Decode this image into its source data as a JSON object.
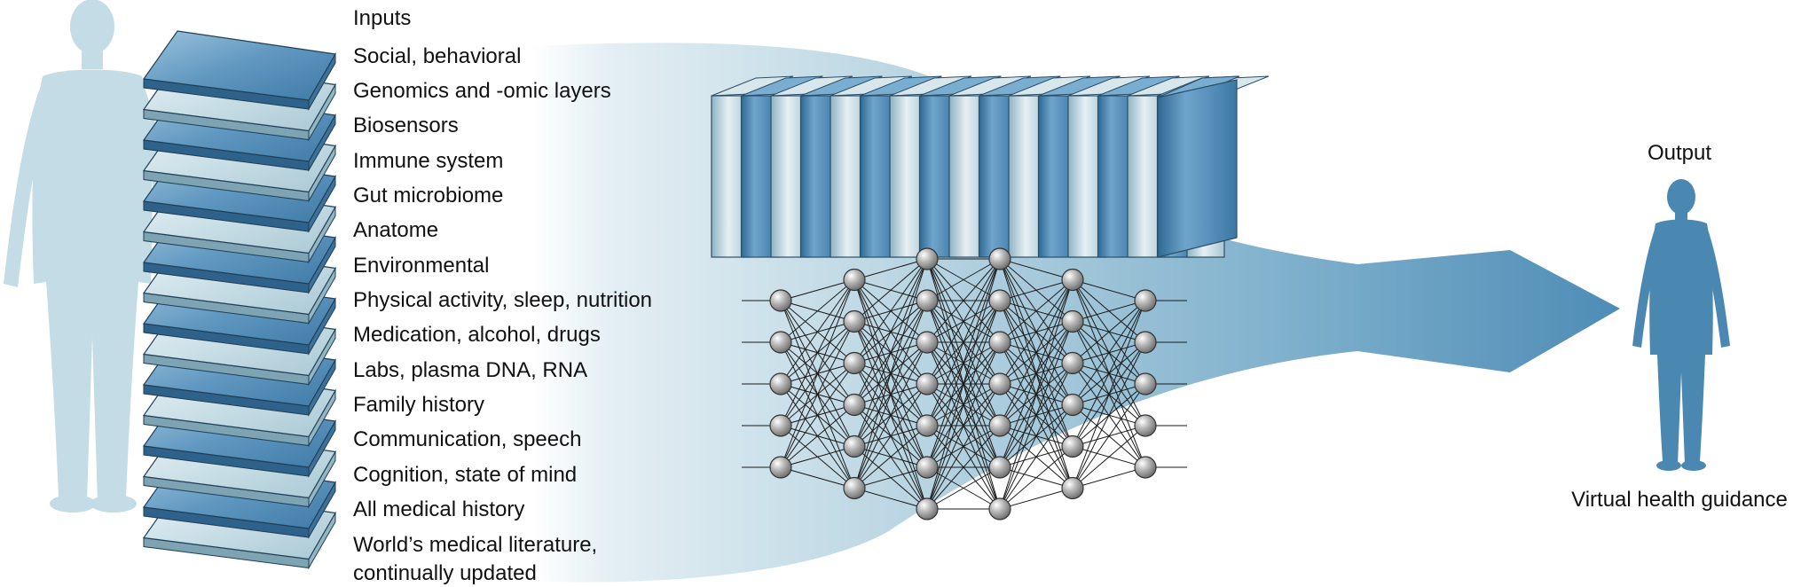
{
  "inputs_heading": "Inputs",
  "inputs": [
    "Social, behavioral",
    "Genomics and -omic layers",
    "Biosensors",
    "Immune system",
    "Gut microbiome",
    "Anatome",
    "Environmental",
    "Physical activity, sleep, nutrition",
    "Medication, alcohol, drugs",
    "Labs, plasma DNA, RNA",
    "Family history",
    "Communication, speech",
    "Cognition, state of mind",
    "All medical history",
    "World’s medical literature,",
    "continually updated"
  ],
  "output_heading": "Output",
  "output_caption": "Virtual health guidance",
  "colors": {
    "person_left": "#c4dce5",
    "person_right": "#4a88b2",
    "layer_dark": "#5b93bd",
    "layer_light": "#cfe3ea",
    "arrow": "#4e8cb6",
    "node": "#a9a9a9"
  },
  "network": {
    "layer_sizes": [
      5,
      6,
      7,
      7,
      6,
      5
    ]
  }
}
